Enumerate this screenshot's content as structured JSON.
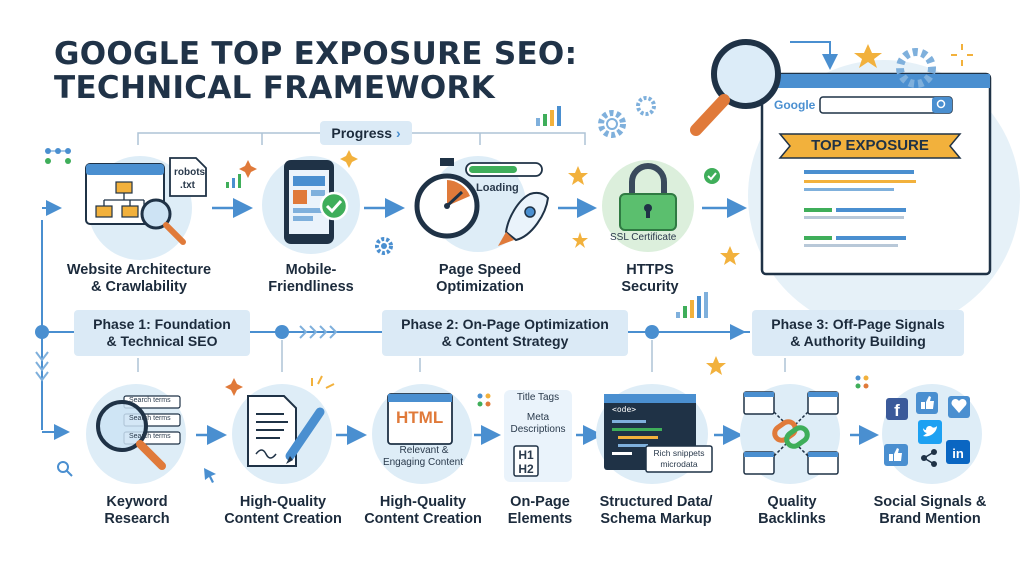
{
  "title": {
    "line1": "GOOGLE TOP EXPOSURE SEO:",
    "line2": "TECHNICAL FRAMEWORK"
  },
  "progress_label": "Progress",
  "top_steps": [
    {
      "line1": "Website Architecture",
      "line2": "& Crawlability"
    },
    {
      "line1": "Mobile-",
      "line2": "Friendliness"
    },
    {
      "line1": "Page Speed",
      "line2": "Optimization"
    },
    {
      "line1": "HTTPS",
      "line2": "Security"
    }
  ],
  "phases": [
    {
      "line1": "Phase 1: Foundation",
      "line2": "& Technical SEO"
    },
    {
      "line1": "Phase 2: On-Page Optimization",
      "line2": "& Content Strategy"
    },
    {
      "line1": "Phase 3: Off-Page Signals",
      "line2": "& Authority Building"
    }
  ],
  "bottom_steps": [
    {
      "line1": "Keyword",
      "line2": "Research"
    },
    {
      "line1": "High-Quality",
      "line2": "Content Creation"
    },
    {
      "line1": "High-Quality",
      "line2": "Content Creation"
    },
    {
      "line1": "On-Page",
      "line2": "Elements"
    },
    {
      "line1": "Structured Data/",
      "line2": "Schema Markup"
    },
    {
      "line1": "Quality",
      "line2": "Backlinks"
    },
    {
      "line1": "Social Signals &",
      "line2": "Brand Mention"
    }
  ],
  "icon_text": {
    "robots_1": "robots",
    "robots_2": ".txt",
    "loading": "Loading",
    "ssl": "SSL Certificate",
    "google": "Google",
    "top_exposure": "TOP EXPOSURE",
    "search_terms": "Search terms",
    "html": "HTML",
    "relevant_1": "Relevant &",
    "relevant_2": "Engaging Content",
    "title_tags": "Title Tags",
    "meta_1": "Meta",
    "meta_2": "Descriptions",
    "h1": "H1",
    "h2": "H2",
    "code": "<ode>",
    "rich_1": "Rich snippets",
    "rich_2": "microdata"
  },
  "colors": {
    "dark": "#1f3246",
    "accent_blue": "#4a8fd0",
    "phase_bg": "#dbeaf6",
    "circle_bg": "#deedf7",
    "orange": "#e07a3a",
    "banner": "#f2b13c",
    "green": "#3fae5a"
  }
}
